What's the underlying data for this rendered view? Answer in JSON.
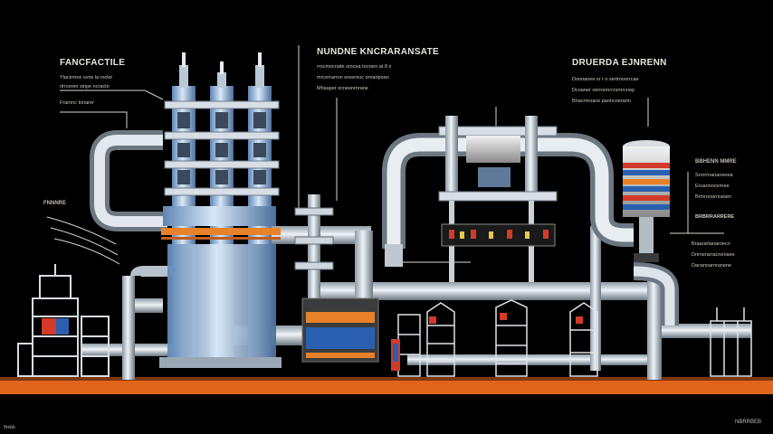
{
  "colors": {
    "background": "#000000",
    "pipe": "#c9d4de",
    "column": "#a9c6e6",
    "ground": "#e0641c",
    "accent_red": "#d23a2a",
    "accent_blue": "#2a5fb0",
    "accent_orange": "#e8822a"
  },
  "labels": {
    "top_left_title": "FANCFACTILE",
    "top_left_lines": [
      "Ylacirmos ovos la rocke",
      "rirrceren sinpe ncracto",
      "Frarnnc tonarer"
    ],
    "top_center_title": "NUNDNE KNCRARANSATE",
    "top_center_lines": [
      "rrocmocnate srocea tocrarn at 8 s",
      "mrcerrarron ereereuc ornanpoan",
      "Mhaaper ocnesnrnrane"
    ],
    "top_right_title": "DRUERDA EJNRENN",
    "top_right_lines": [
      "Doonanee sr r n sertrnoorrcae",
      "Dcoaner oerroonrcrsrnrcnep",
      "Bnacrnroace paoncoerann"
    ],
    "left_side_label": "FNNNRE",
    "right_mid_title": "BBHENN MMRE",
    "right_mid_lines": [
      "Srorrrnananeoea",
      "Eruannocernee",
      "Brmronarnraoen",
      "BRBRRARRERE"
    ],
    "right_low_lines": [
      "Braarartanarnecn",
      "Dnrnerarracnenaee",
      "Dacanoarnranene"
    ],
    "bottom_left": "Ifrebb",
    "bottom_right": "NBRRBEB"
  }
}
